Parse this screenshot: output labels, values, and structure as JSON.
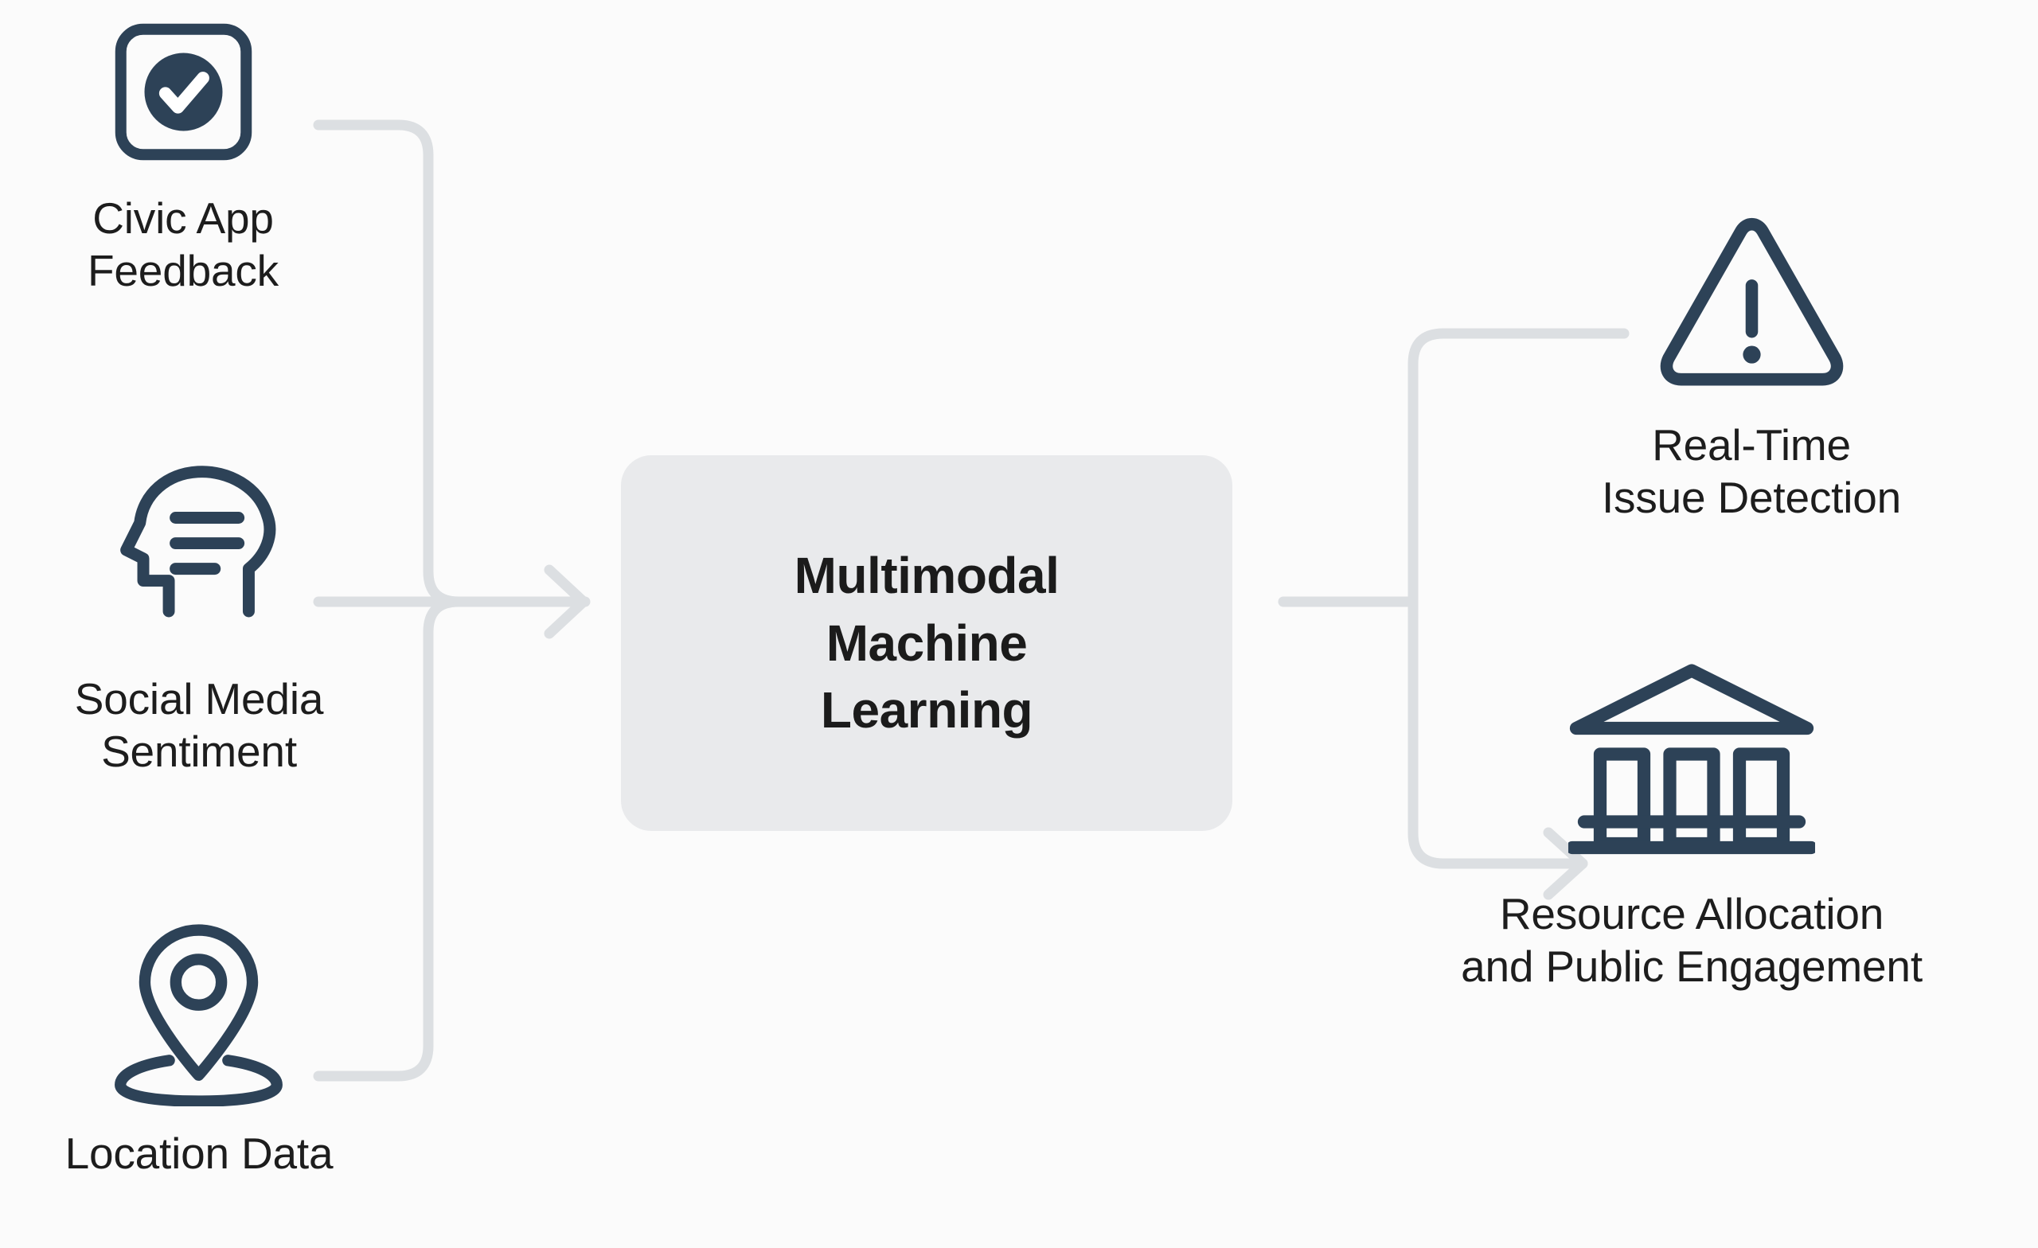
{
  "diagram": {
    "title": "Multimodal Machine Learning civic data flow",
    "background_color": "#fbfbfb",
    "icon_color": "#2d4257",
    "connector_color": "#dcdfe2",
    "center_box_color": "#e9eaec",
    "text_color": "#1d1d1d"
  },
  "center": {
    "label": "Multimodal\nMachine\nLearning"
  },
  "inputs": [
    {
      "id": "civic-app-feedback",
      "label": "Civic App\nFeedback",
      "icon": "check-square-icon"
    },
    {
      "id": "social-media-sentiment",
      "label": "Social Media\nSentiment",
      "icon": "head-with-text-lines-icon"
    },
    {
      "id": "location-data",
      "label": "Location Data",
      "icon": "map-pin-icon"
    }
  ],
  "outputs": [
    {
      "id": "real-time-issue-detection",
      "label": "Real-Time\nIssue Detection",
      "icon": "warning-triangle-icon"
    },
    {
      "id": "resource-allocation-public-engagement",
      "label": "Resource Allocation\nand Public Engagement",
      "icon": "bank-institution-icon"
    }
  ],
  "connectors": [
    {
      "id": "civic-to-center",
      "from": "civic-app-feedback",
      "to": "center",
      "arrow": true
    },
    {
      "id": "social-to-center",
      "from": "social-media-sentiment",
      "to": "center",
      "arrow": true
    },
    {
      "id": "location-to-center",
      "from": "location-data",
      "to": "center",
      "arrow": true
    },
    {
      "id": "center-to-issue",
      "from": "center",
      "to": "real-time-issue-detection",
      "arrow": false
    },
    {
      "id": "center-to-resource",
      "from": "center",
      "to": "resource-allocation-public-engagement",
      "arrow": true
    }
  ]
}
